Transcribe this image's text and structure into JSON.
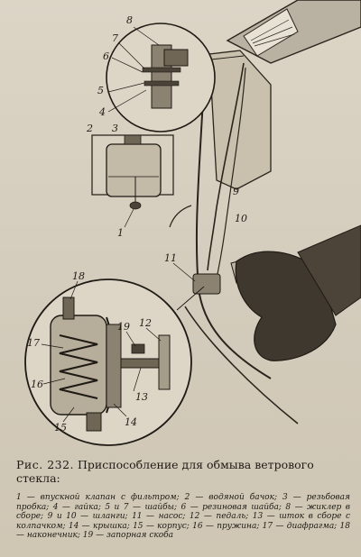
{
  "figure": {
    "labels": {
      "l1": "1",
      "l2": "2",
      "l3": "3",
      "l4": "4",
      "l5": "5",
      "l6": "6",
      "l7": "7",
      "l8": "8",
      "l9": "9",
      "l10": "10",
      "l11": "11",
      "l12": "12",
      "l13": "13",
      "l14": "14",
      "l15": "15",
      "l16": "16",
      "l17": "17",
      "l18": "18",
      "l19": "19"
    }
  },
  "caption": {
    "fig_number": "Рис. 232.",
    "title": "Приспособление для обмыва ветрового стекла:"
  },
  "legend": {
    "text": "1 — впускной клапан с фильтром; 2 — водяной бачок; 3 — резьбовая пробка; 4 — гайка; 5 и 7 — шайбы; 6 — резиновая шайба; 8 — жиклер в сборе; 9 и 10 — шланги; 11 — насос; 12 — педаль; 13 — шток в сборе с колпачком; 14 — крышка; 15 — корпус; 16 — пружина; 17 — диафрагма; 18 — наконечник; 19 — запорная скоба"
  }
}
